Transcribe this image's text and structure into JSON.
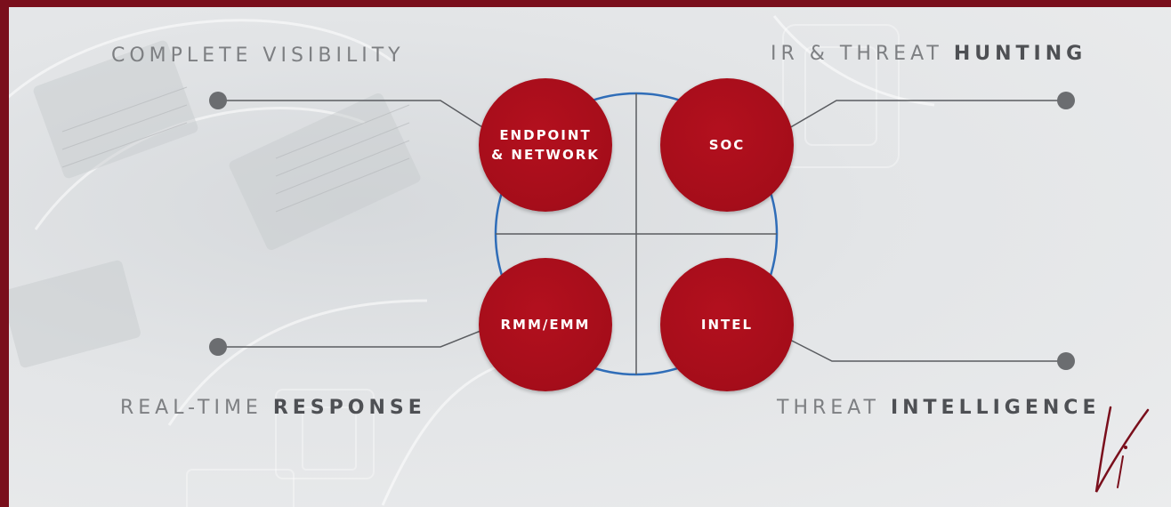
{
  "labels": {
    "top_left": {
      "light": "COMPLETE VISIBILITY",
      "bold": ""
    },
    "top_right": {
      "light": "IR & THREAT ",
      "bold": "HUNTING"
    },
    "bottom_left": {
      "light": "REAL-TIME ",
      "bold": "RESPONSE"
    },
    "bottom_right": {
      "light": "THREAT ",
      "bold": "INTELLIGENCE"
    }
  },
  "nodes": {
    "endpoint": {
      "line1": "ENDPOINT",
      "line2": "& NETWORK"
    },
    "soc": {
      "line1": "SOC"
    },
    "rmm": {
      "line1": "RMM/EMM"
    },
    "intel": {
      "line1": "INTEL"
    }
  },
  "colors": {
    "frame": "#7a0f1c",
    "node_fill": "#a50d1a",
    "ring": "#2f6db8",
    "connector": "#5a5c60",
    "endpoint_dot": "#6b6d70"
  }
}
